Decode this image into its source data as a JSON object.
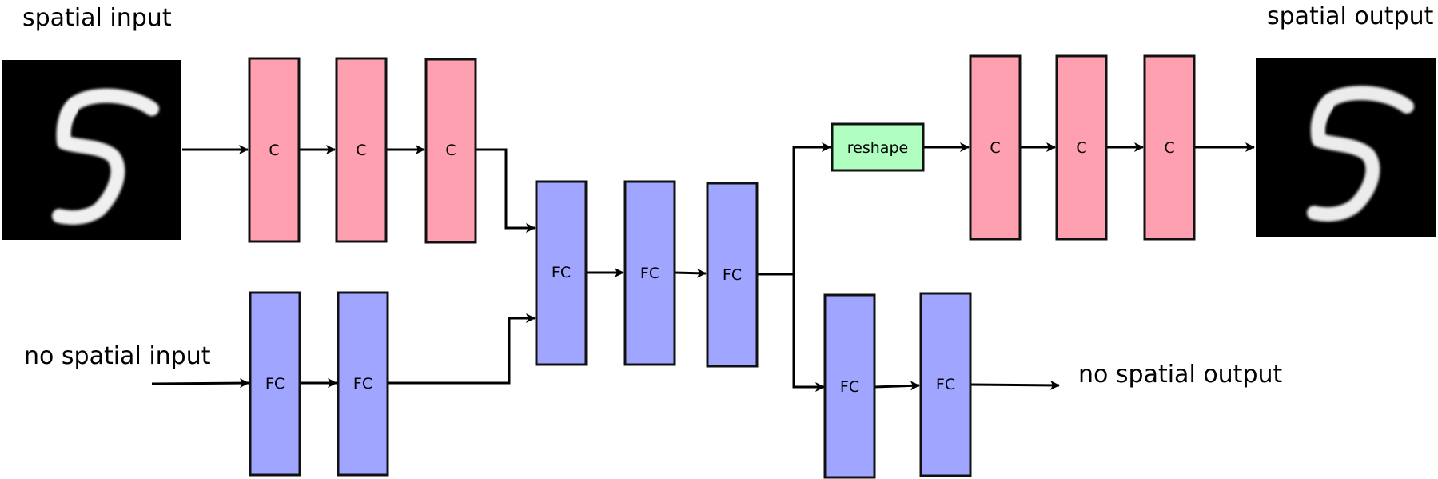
{
  "labels": {
    "spatial_input": "spatial input",
    "no_spatial_input": "no spatial input",
    "spatial_output": "spatial output",
    "no_spatial_output": "no spatial output"
  },
  "blocks": {
    "conv": "C",
    "fc": "FC",
    "reshape": "reshape"
  },
  "colors": {
    "conv": "#ffa0b0",
    "fc": "#a0a5ff",
    "reshape": "#b0ffc0",
    "stroke": "#111111",
    "image_bg": "#000000",
    "digit": "#f2f2f2"
  },
  "images": {
    "input": "digit-5-mnist",
    "output": "digit-5-mnist-reconstruction"
  }
}
